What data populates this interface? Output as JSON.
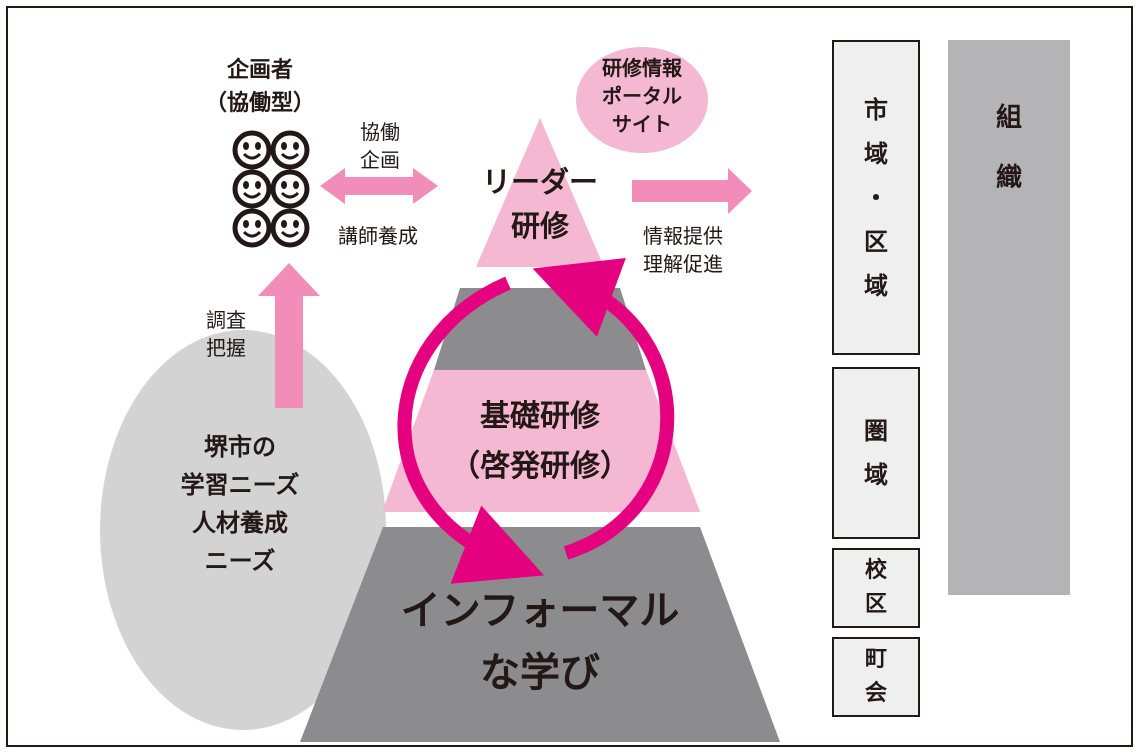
{
  "colors": {
    "pink_light": "#f5b8d2",
    "magenta": "#e4007f",
    "pink_arrow": "#f18db8",
    "gray_dark": "#8c8c8e",
    "gray_light": "#d3d3d4",
    "panel_bg": "#efeff0",
    "organization_bar": "#b4b4b6"
  },
  "planner": {
    "title": "企画者",
    "subtitle": "（協働型）",
    "people_icon_count": 6
  },
  "links": {
    "collab_top": "協働\n企画",
    "collab_bottom": "講師養成",
    "survey": "調査\n把握",
    "info": "情報提供\n理解促進"
  },
  "portal": {
    "label": "研修情報\nポータル\nサイト"
  },
  "pyramid": {
    "leader": "リーダー\n研修",
    "basic": "基礎研修\n（啓発研修）",
    "informal": "インフォーマル\nな学び"
  },
  "needs": {
    "label": "堺市の\n学習ニーズ\n人材養成\nニーズ"
  },
  "areas": {
    "city": [
      "市",
      "域",
      "・",
      "区",
      "域"
    ],
    "block": [
      "圏",
      "域"
    ],
    "school": [
      "校",
      "区"
    ],
    "town": [
      "町",
      "会"
    ]
  },
  "organization": [
    "組",
    "織"
  ]
}
